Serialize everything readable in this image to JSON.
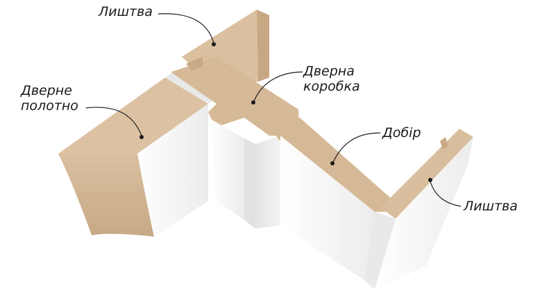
{
  "labels": {
    "casing_top": "Лиштва",
    "door_leaf_line1": "Дверне",
    "door_leaf_line2": "полотно",
    "door_frame_line1": "Дверна",
    "door_frame_line2": "коробка",
    "extension": "Добір",
    "casing_right": "Лиштва"
  },
  "colors": {
    "mdf_core": "#d8bc99",
    "mdf_core_shade": "#c9aa84",
    "white_face": "#f4f4f4",
    "white_shade": "#e6e6e6",
    "leader_line": "#1a1a1a"
  }
}
